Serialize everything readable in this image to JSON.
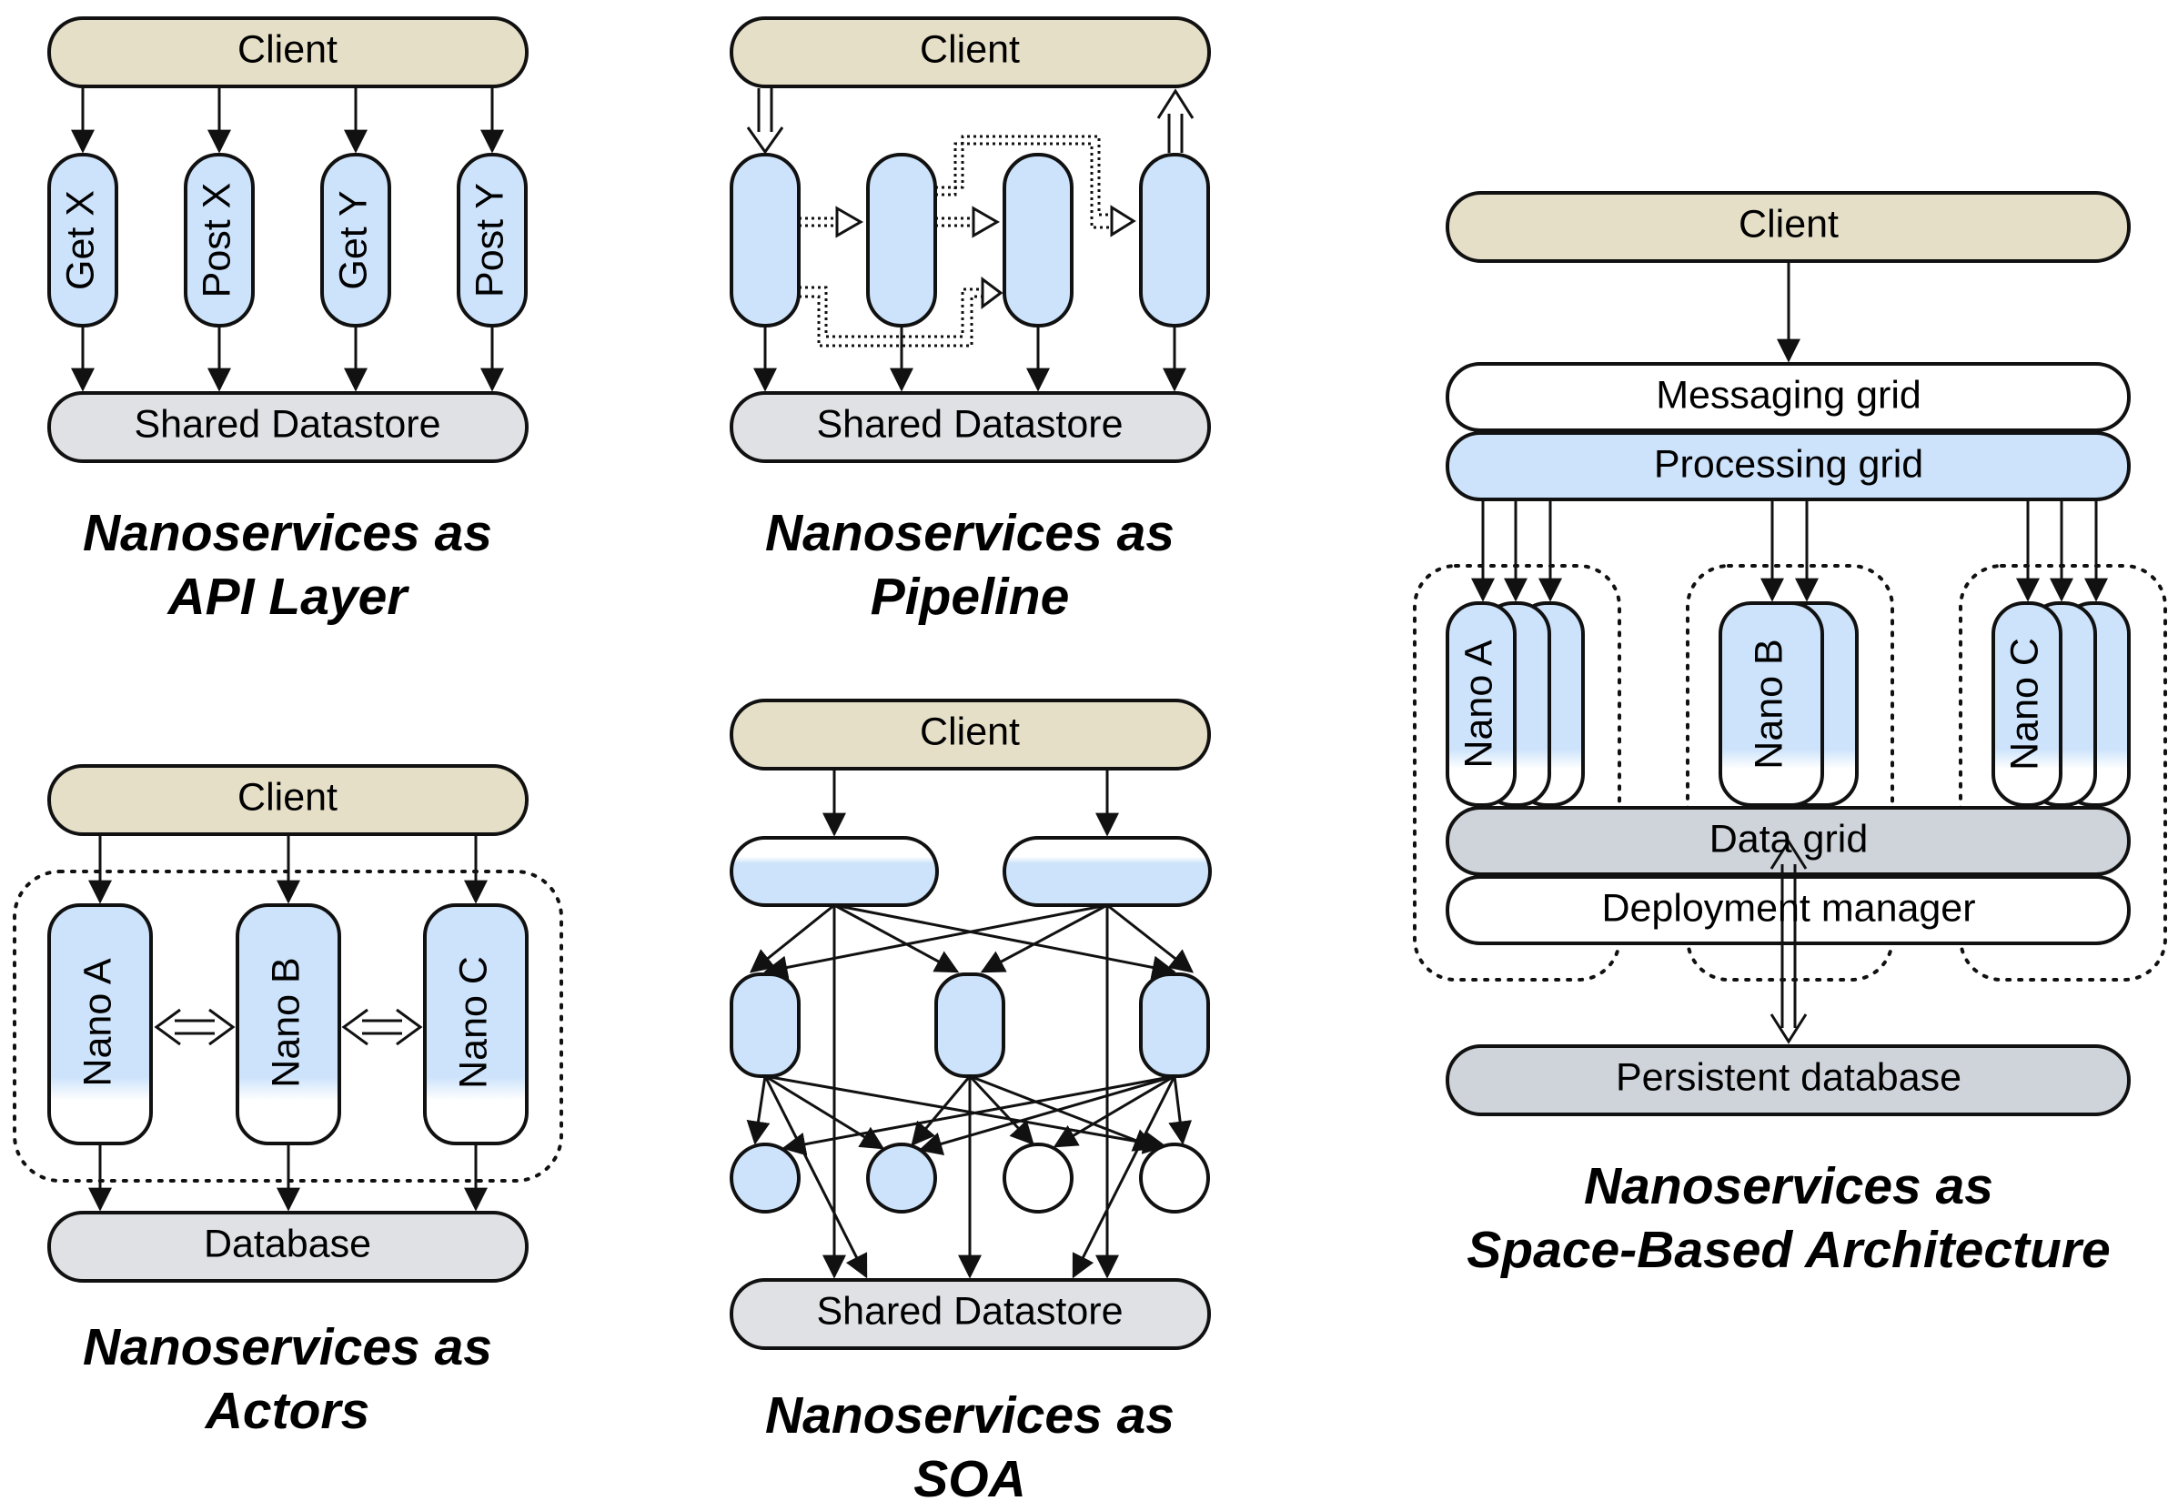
{
  "colors": {
    "client": "#e6dfc7",
    "datastore": "#dfe1e5",
    "service": "#cce3fb",
    "white": "#ffffff",
    "stroke": "#111111"
  },
  "api_layer": {
    "client": "Client",
    "services": [
      "Get X",
      "Post X",
      "Get Y",
      "Post Y"
    ],
    "datastore": "Shared Datastore",
    "caption_line1": "Nanoservices as",
    "caption_line2": "API Layer"
  },
  "pipeline": {
    "client": "Client",
    "datastore": "Shared Datastore",
    "caption_line1": "Nanoservices as",
    "caption_line2": "Pipeline"
  },
  "actors": {
    "client": "Client",
    "services": [
      "Nano A",
      "Nano B",
      "Nano C"
    ],
    "datastore": "Database",
    "caption_line1": "Nanoservices as",
    "caption_line2": "Actors"
  },
  "soa": {
    "client": "Client",
    "datastore": "Shared Datastore",
    "caption_line1": "Nanoservices as",
    "caption_line2": "SOA"
  },
  "space_based": {
    "client": "Client",
    "messaging_grid": "Messaging grid",
    "processing_grid": "Processing grid",
    "units": [
      "Nano A",
      "Nano B",
      "Nano C"
    ],
    "data_grid": "Data grid",
    "deployment_manager": "Deployment manager",
    "persistent_db": "Persistent database",
    "caption_line1": "Nanoservices as",
    "caption_line2": "Space-Based Architecture"
  }
}
